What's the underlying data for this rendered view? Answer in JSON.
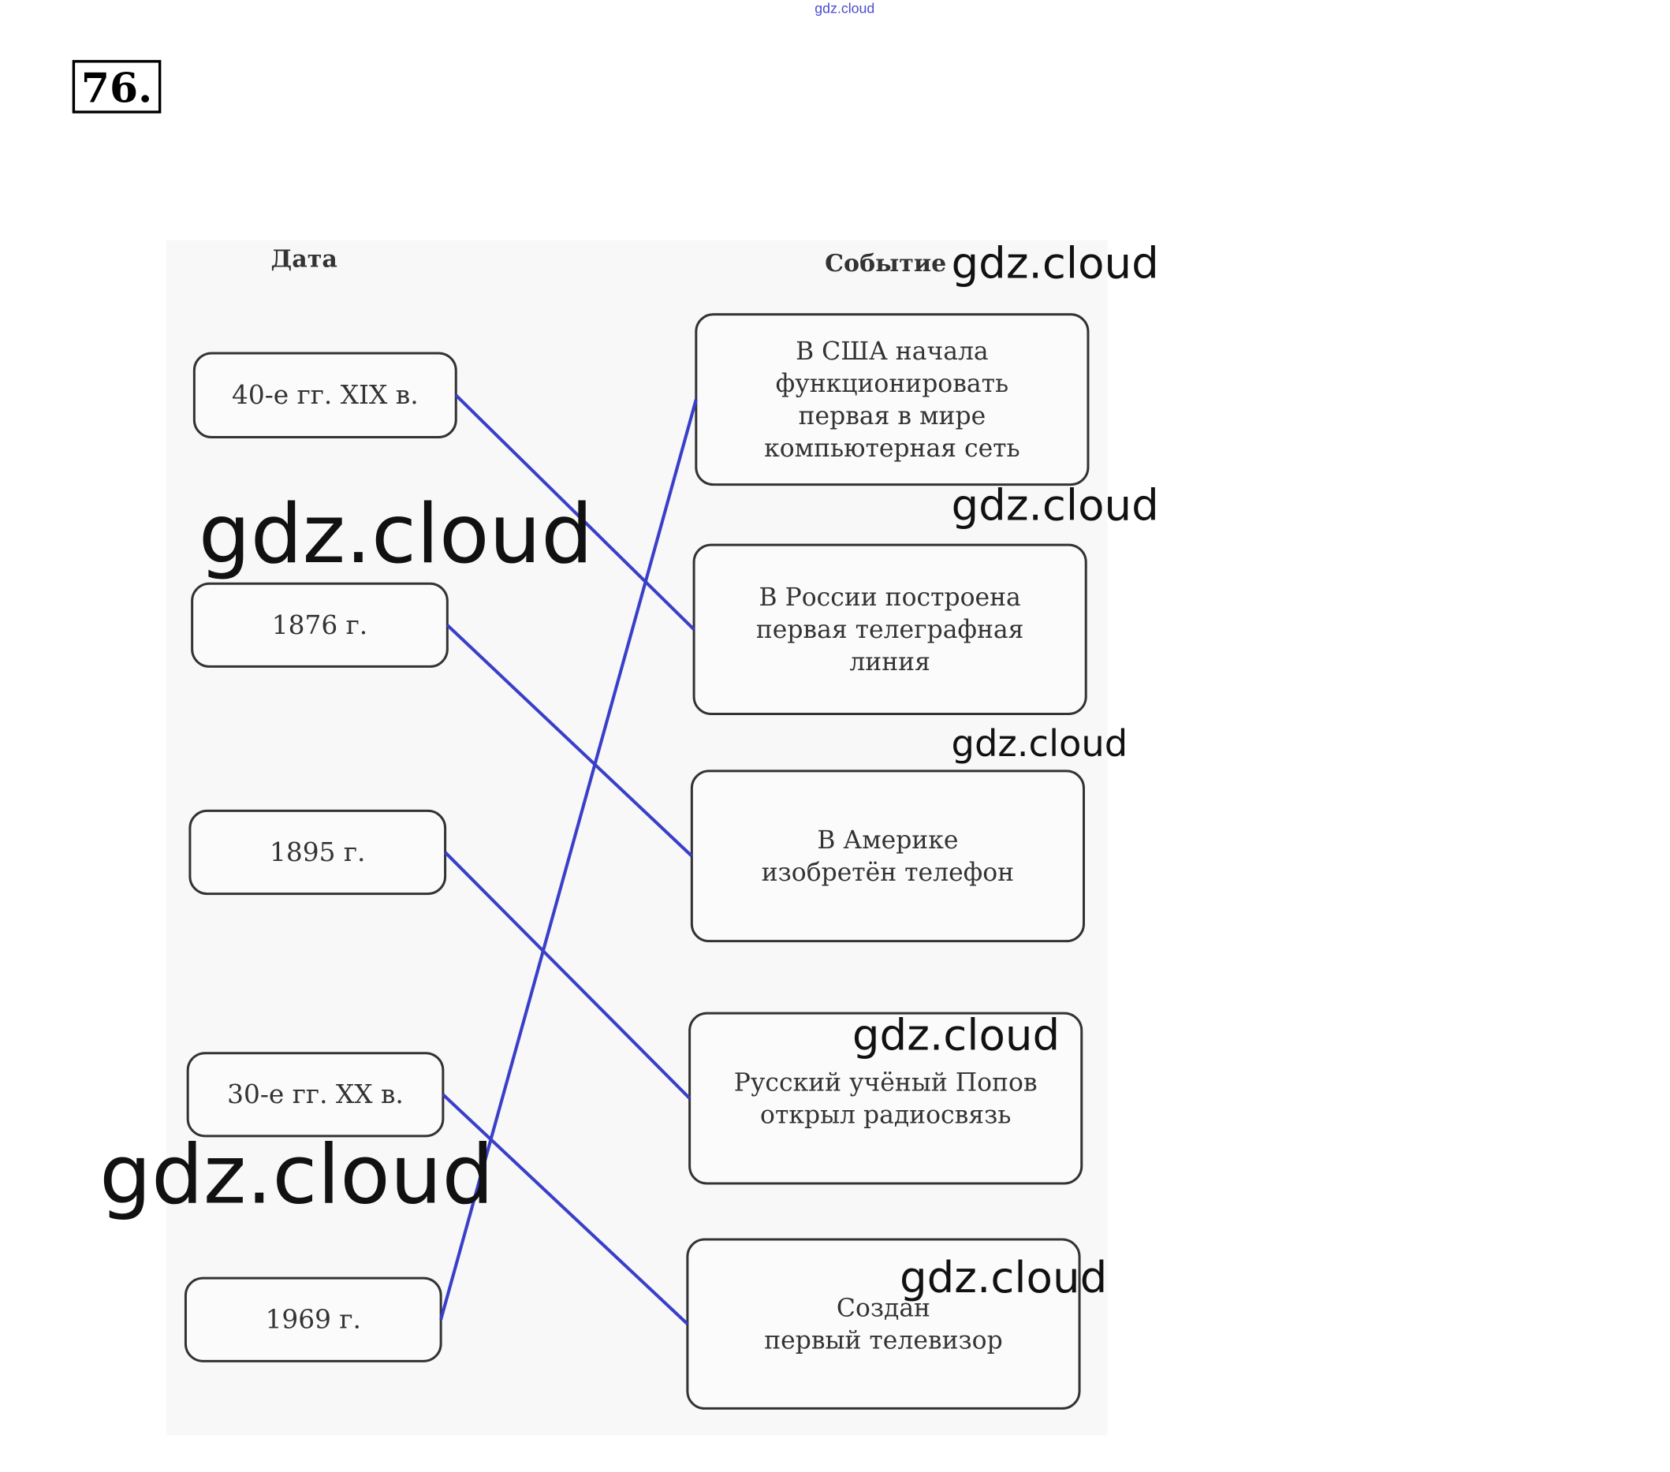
{
  "top_watermark": "gdz.cloud",
  "exercise_number": "76.",
  "headers": {
    "date": "Дата",
    "event": "Событие"
  },
  "dates": [
    "40-е гг. XIX в.",
    "1876 г.",
    "1895 г.",
    "30-е гг. XX в.",
    "1969 г."
  ],
  "events": [
    [
      "В США начала",
      "функционировать",
      "первая в мире",
      "компьютерная сеть"
    ],
    [
      "В России построена",
      "первая телеграфная",
      "линия"
    ],
    [
      "В Америке",
      "изобретён телефон"
    ],
    [
      "Русский учёный Попов",
      "открыл радиосвязь"
    ],
    [
      "Создан",
      "первый телевизор"
    ]
  ],
  "matches": [
    [
      0,
      1
    ],
    [
      1,
      2
    ],
    [
      2,
      3
    ],
    [
      3,
      4
    ],
    [
      4,
      0
    ]
  ],
  "link_color": "#3a3fc8",
  "watermarks": [
    "gdz.cloud",
    "gdz.cloud",
    "gdz.cloud",
    "gdz.cloud",
    "gdz.cloud",
    "gdz.cloud",
    "gdz.cloud"
  ]
}
